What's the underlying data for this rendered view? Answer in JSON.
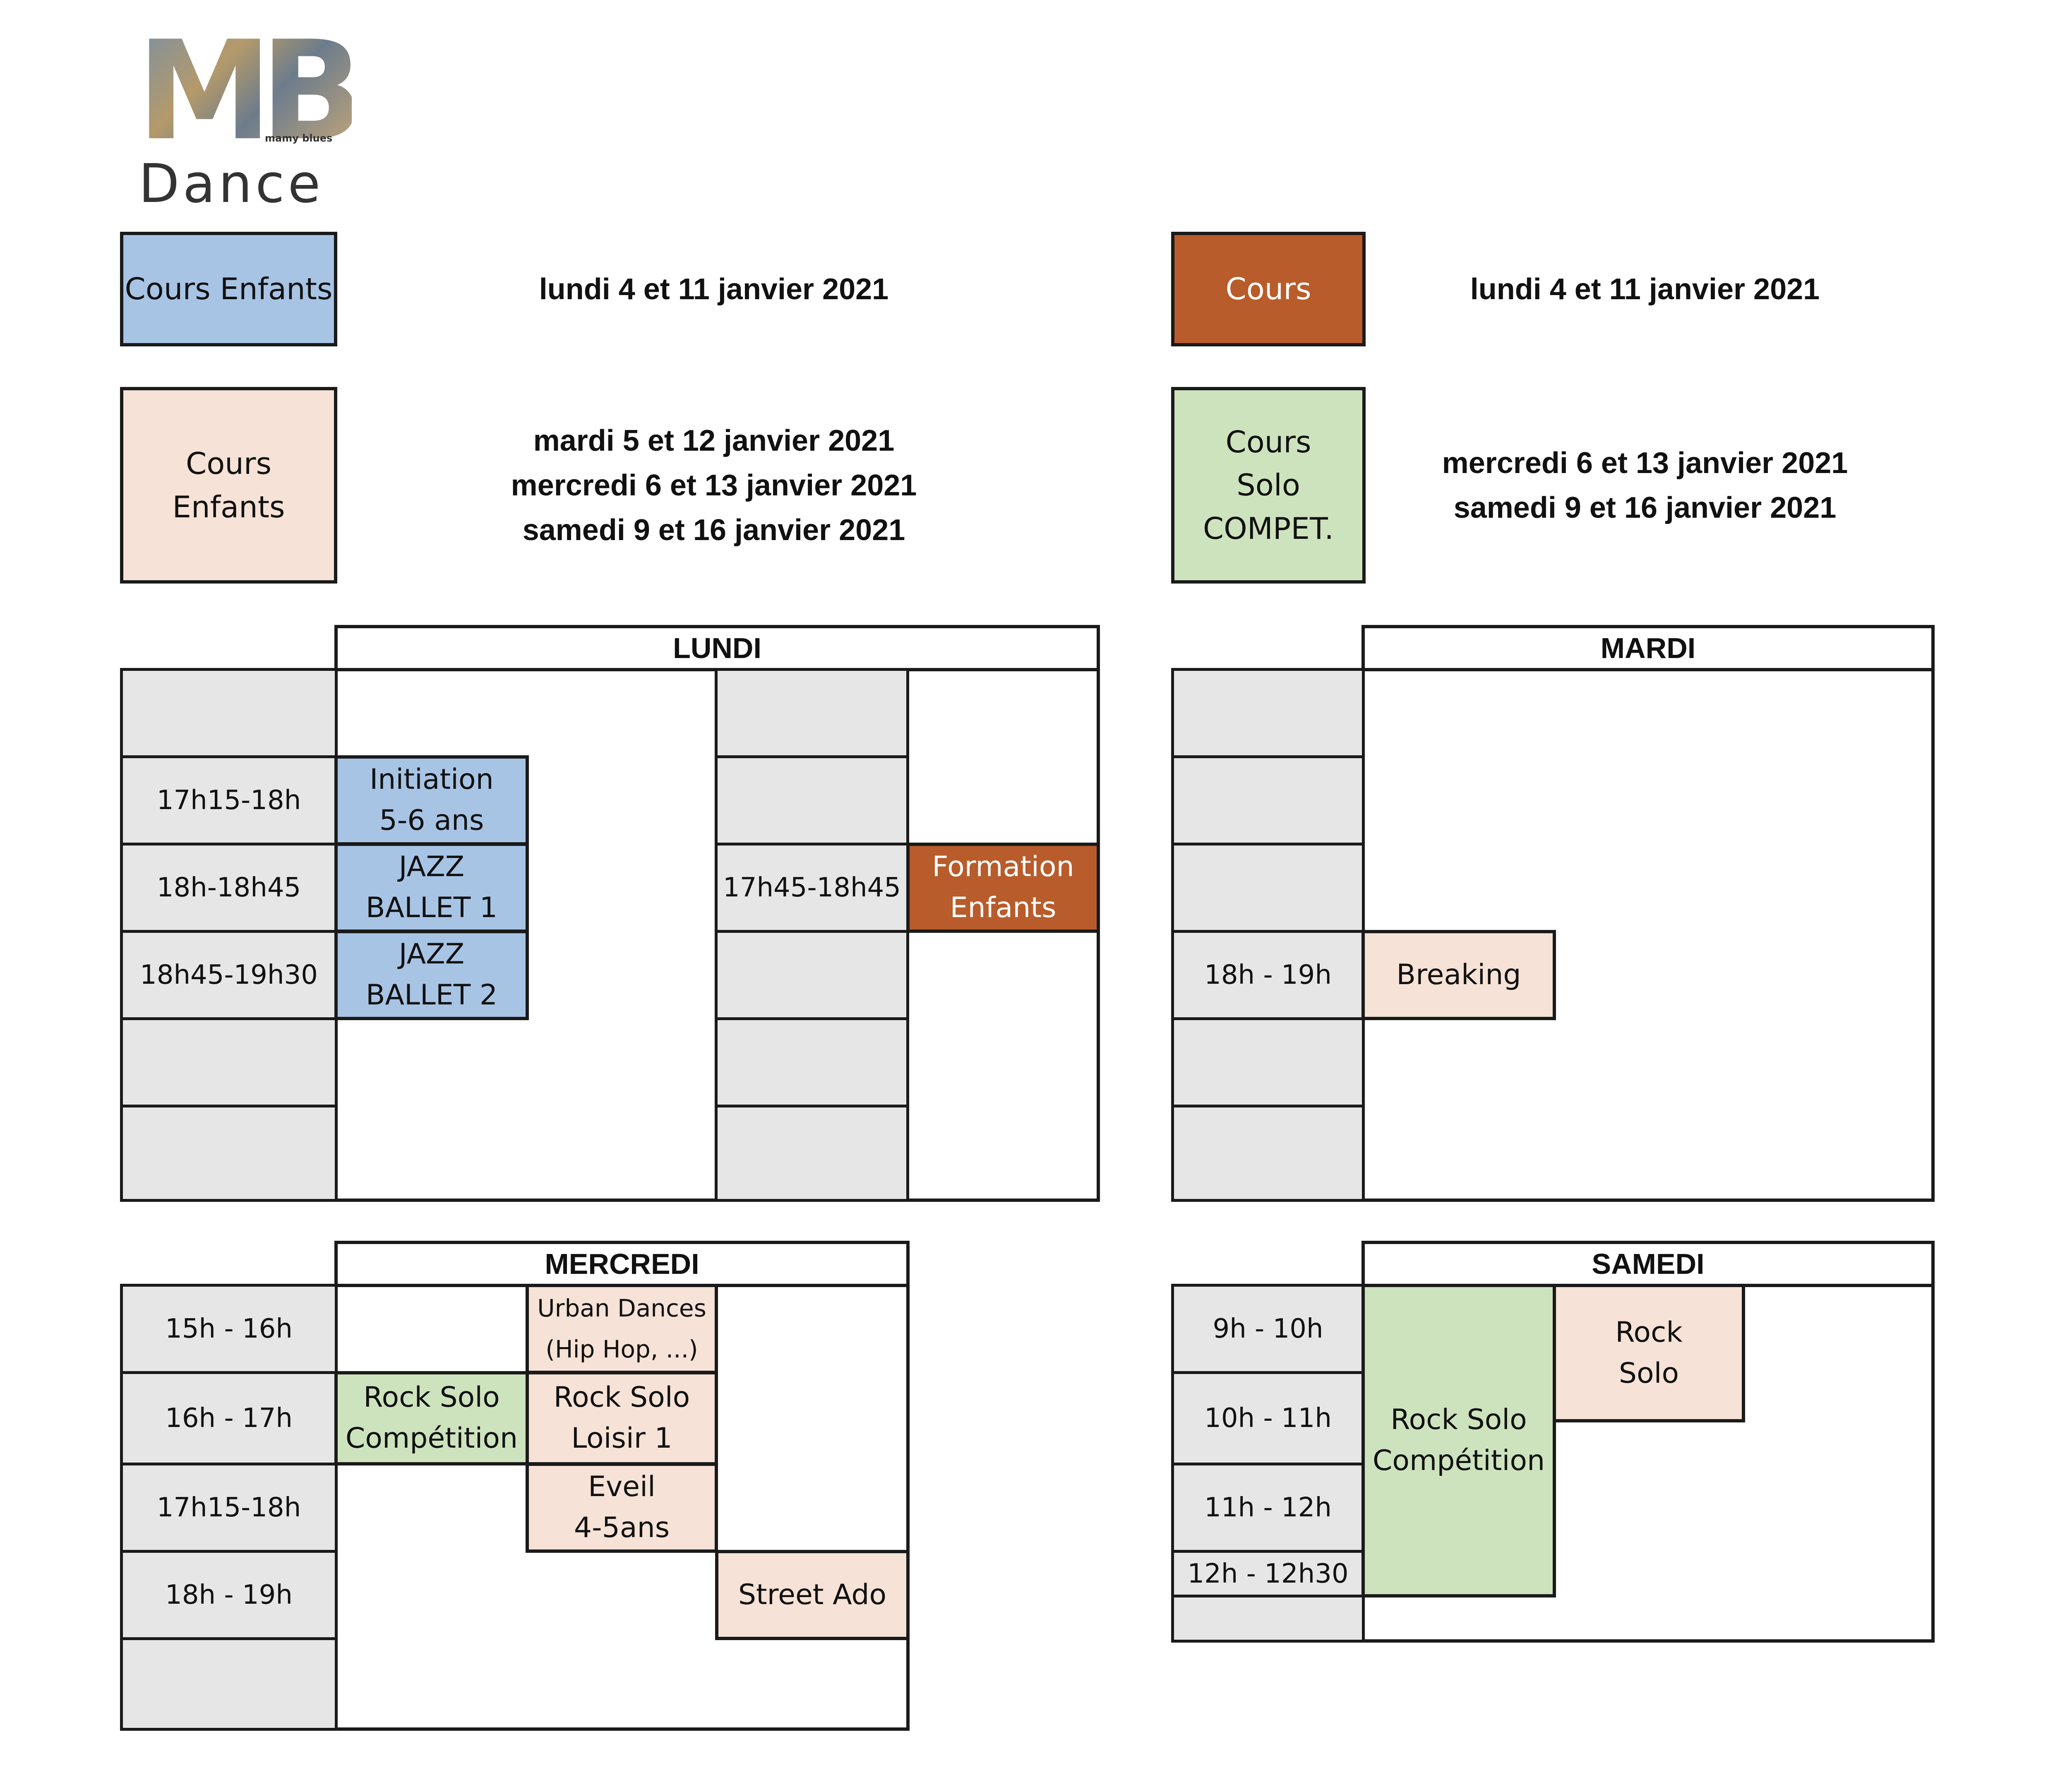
{
  "logo": {
    "letters": "MB",
    "tagline": "mamy blues",
    "word": "Dance"
  },
  "legend": [
    {
      "label": "Cours Enfants",
      "color": "#a7c4e5",
      "dates": "lundi 4 et 11 janvier 2021"
    },
    {
      "label": "Cours\nEnfants",
      "color": "#f6e2d6",
      "dates": "mardi 5 et 12 janvier 2021\nmercredi 6 et 13 janvier 2021\nsamedi 9 et 16 janvier 2021"
    },
    {
      "label": "Cours",
      "color": "#b85c2b",
      "dates": "lundi 4 et 11 janvier 2021"
    },
    {
      "label": "Cours\nSolo\nCOMPET.",
      "color": "#cde3bd",
      "dates": "mercredi 6 et 13 janvier 2021\nsamedi 9 et 16 janvier 2021"
    }
  ],
  "colors": {
    "blue": "#a7c4e5",
    "peach": "#f6e2d6",
    "rust": "#b85c2b",
    "green": "#cde3bd",
    "time_bg": "#e6e6e6"
  },
  "lundi": {
    "title": "LUNDI",
    "times_left": [
      "",
      "17h15-18h",
      "18h-18h45",
      "18h45-19h30",
      "",
      ""
    ],
    "times_right": [
      "",
      "",
      "17h45-18h45",
      "",
      "",
      ""
    ],
    "classes": [
      {
        "name": "Initiation\n5-6 ans",
        "color": "blue"
      },
      {
        "name": "JAZZ\nBALLET 1",
        "color": "blue"
      },
      {
        "name": "JAZZ\nBALLET 2",
        "color": "blue"
      },
      {
        "name": "Formation\nEnfants",
        "color": "rust"
      }
    ]
  },
  "mardi": {
    "title": "MARDI",
    "times": [
      "",
      "",
      "",
      "18h - 19h",
      "",
      ""
    ],
    "classes": [
      {
        "name": "Breaking",
        "color": "peach"
      }
    ]
  },
  "mercredi": {
    "title": "MERCREDI",
    "times": [
      "15h - 16h",
      "16h - 17h",
      "17h15-18h",
      "18h - 19h",
      ""
    ],
    "classes": [
      {
        "name": "Urban Dances\n(Hip Hop, ...)",
        "color": "peach"
      },
      {
        "name": "Rock Solo\nCompétition",
        "color": "green"
      },
      {
        "name": "Rock Solo\nLoisir 1",
        "color": "peach"
      },
      {
        "name": "Eveil\n4-5ans",
        "color": "peach"
      },
      {
        "name": "Street Ado",
        "color": "peach"
      }
    ]
  },
  "samedi": {
    "title": "SAMEDI",
    "times": [
      "9h - 10h",
      "10h - 11h",
      "11h - 12h",
      "12h - 12h30",
      ""
    ],
    "classes": [
      {
        "name": "Rock Solo\nCompétition",
        "color": "green"
      },
      {
        "name": "Rock\nSolo",
        "color": "peach"
      }
    ]
  }
}
